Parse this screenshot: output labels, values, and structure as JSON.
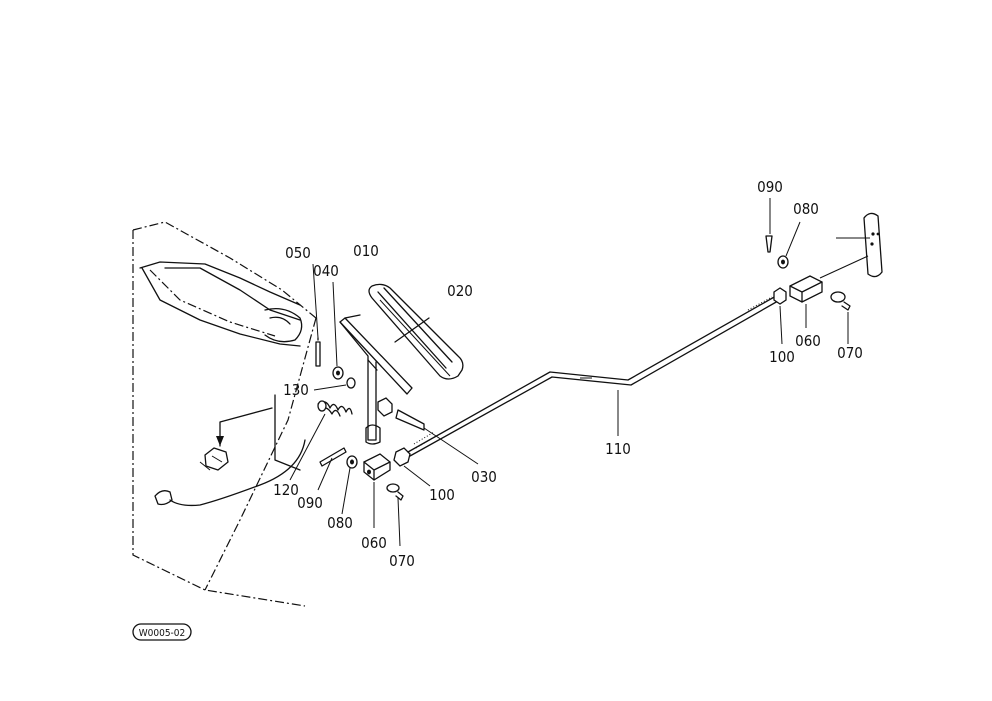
{
  "diagram": {
    "id_label": "W0005-02",
    "parts": {
      "p010": "010",
      "p020": "020",
      "p030": "030",
      "p040": "040",
      "p050": "050",
      "p060a": "060",
      "p060b": "060",
      "p070a": "070",
      "p070b": "070",
      "p080a": "080",
      "p080b": "080",
      "p090a": "090",
      "p090b": "090",
      "p100a": "100",
      "p100b": "100",
      "p110": "110",
      "p120": "120",
      "p130": "130"
    }
  }
}
